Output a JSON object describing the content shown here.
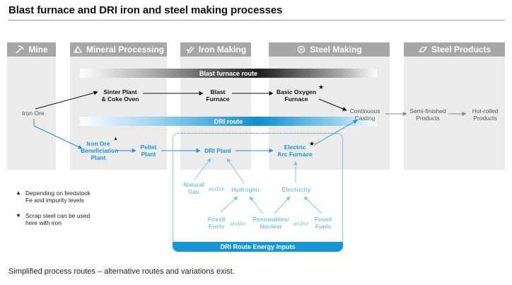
{
  "title": "Blast furnace and DRI iron and steel making processes",
  "columns": [
    {
      "label": "Mine",
      "icon": "pickaxe-icon"
    },
    {
      "label": "Mineral Processing",
      "icon": "mineral-processing-icon"
    },
    {
      "label": "Iron Making",
      "icon": "iron-making-icon"
    },
    {
      "label": "Steel Making",
      "icon": "steel-making-icon"
    },
    {
      "label": "Steel Products",
      "icon": "steel-products-icon"
    }
  ],
  "routes": {
    "blast": "Blast furnace route",
    "dri": "DRI route"
  },
  "nodes": {
    "iron_ore": "Iron Ore",
    "sinter_1": "Sinter Plant",
    "sinter_2": "& Coke Oven",
    "blast_1": "Blast",
    "blast_2": "Furnace",
    "bof_1": "Basic Oxygen",
    "bof_2": "Furnace",
    "cc_1": "Continuous",
    "cc_2": "Casting",
    "semi_1": "Semi-finished",
    "semi_2": "Products",
    "hot_1": "Hot-rolled",
    "hot_2": "Products",
    "benef_1": "Iron Ore",
    "benef_2": "Beneficiation",
    "benef_3": "Plant",
    "pellet_1": "Pellet",
    "pellet_2": "Plant",
    "dri_plant": "DRI Plant",
    "eaf_1": "Electric",
    "eaf_2": "Arc Furnace",
    "gas_1": "Natural",
    "gas_2": "Gas",
    "hydrogen": "Hydrogen",
    "electricity": "Electricity",
    "fossil_a_1": "Fossil",
    "fossil_a_2": "Fuels",
    "renew_1": "Renewables/",
    "renew_2": "Nuclear",
    "fossil_b_1": "Fossil",
    "fossil_b_2": "Fuels",
    "and_or": "and/or"
  },
  "dri_box_label": "DRI Route Energy Inputs",
  "legend": {
    "triangle_symbol": "▲",
    "triangle_1": "Depending on feedstock",
    "triangle_2": "Fe and impurity levels",
    "star_symbol": "★",
    "star_1": "Scrap steel can be used",
    "star_2": "here with iron"
  },
  "footnote": "Simplified process routes – alternative routes and variations exist.",
  "colors": {
    "blue": "#1597d6",
    "light_blue": "#7cc7ea",
    "column_bg": "#ebebeb",
    "header_bg": "#a7a7a7"
  }
}
